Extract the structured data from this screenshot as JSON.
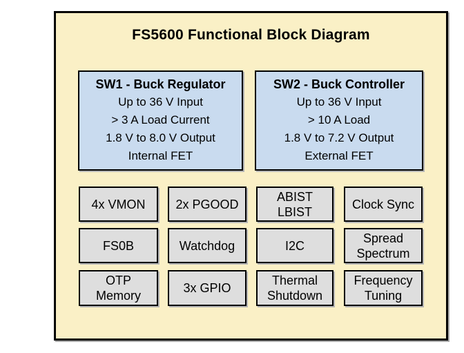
{
  "diagram": {
    "title": "FS5600 Functional Block Diagram",
    "colors": {
      "panel_background": "#FAF0C6",
      "regulator_fill": "#C9DBEF",
      "feature_fill": "#DEDEDE",
      "border": "#000000",
      "shadow": "#ABABAB"
    },
    "regulators": [
      {
        "heading": "SW1 - Buck Regulator",
        "lines": [
          "Up to 36 V Input",
          "> 3 A Load Current",
          "1.8 V to 8.0 V Output",
          "Internal FET"
        ]
      },
      {
        "heading": "SW2 - Buck Controller",
        "lines": [
          "Up to 36 V Input",
          "> 10 A Load",
          "1.8 V to 7.2 V Output",
          "External FET"
        ]
      }
    ],
    "features": [
      {
        "lines": [
          "4x VMON"
        ]
      },
      {
        "lines": [
          "2x PGOOD"
        ]
      },
      {
        "lines": [
          "ABIST",
          "LBIST"
        ]
      },
      {
        "lines": [
          "Clock Sync"
        ]
      },
      {
        "lines": [
          "FS0B"
        ]
      },
      {
        "lines": [
          "Watchdog"
        ]
      },
      {
        "lines": [
          "I2C"
        ]
      },
      {
        "lines": [
          "Spread",
          "Spectrum"
        ]
      },
      {
        "lines": [
          "OTP",
          "Memory"
        ]
      },
      {
        "lines": [
          "3x GPIO"
        ]
      },
      {
        "lines": [
          "Thermal",
          "Shutdown"
        ]
      },
      {
        "lines": [
          "Frequency",
          "Tuning"
        ]
      }
    ]
  }
}
